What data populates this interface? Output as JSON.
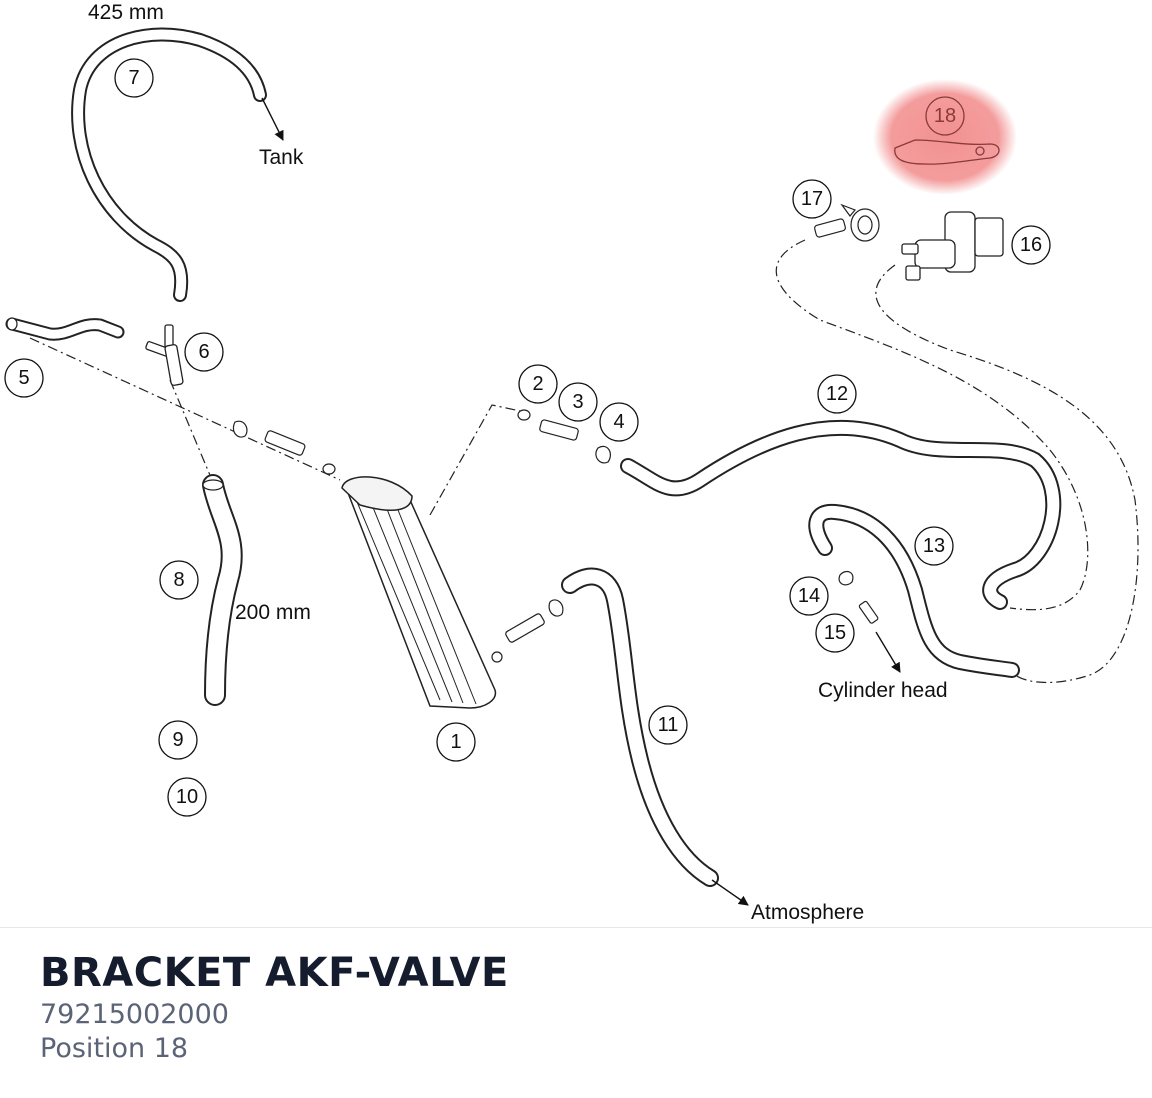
{
  "diagram": {
    "callouts": [
      "1",
      "2",
      "3",
      "4",
      "5",
      "6",
      "7",
      "8",
      "9",
      "10",
      "11",
      "12",
      "13",
      "14",
      "15",
      "16",
      "17",
      "18"
    ],
    "highlighted_callout": "18",
    "highlight_color": "#f28b8b",
    "labels": {
      "length_7": "425 mm",
      "length_8": "200 mm",
      "tank": "Tank",
      "atmosphere": "Atmosphere",
      "cylinder_head": "Cylinder head"
    }
  },
  "part": {
    "title": "BRACKET AKF-VALVE",
    "number": "79215002000",
    "position": "Position 18"
  }
}
